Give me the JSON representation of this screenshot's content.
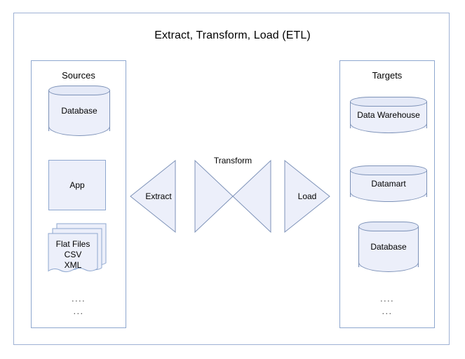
{
  "diagram": {
    "title": "Extract, Transform, Load (ETL)"
  },
  "sources_panel": {
    "title": "Sources",
    "items": [
      {
        "label": "Database",
        "shape": "cylinder-icon"
      },
      {
        "label": "App",
        "shape": "rectangle-icon"
      },
      {
        "label_line1": "Flat Files",
        "label_line2": "CSV",
        "label_line3": "XML",
        "shape": "stacked-documents-icon"
      }
    ],
    "ellipsis_line1": "....",
    "ellipsis_line2": "..."
  },
  "targets_panel": {
    "title": "Targets",
    "items": [
      {
        "label": "Data Warehouse",
        "shape": "cylinder-icon"
      },
      {
        "label": "Datamart",
        "shape": "cylinder-icon"
      },
      {
        "label": "Database",
        "shape": "cylinder-icon"
      }
    ],
    "ellipsis_line1": "....",
    "ellipsis_line2": "..."
  },
  "process": {
    "extract": {
      "label": "Extract",
      "shape": "left-pointing-triangle"
    },
    "transform": {
      "label": "Transform",
      "shape": "bowtie-hourglass"
    },
    "load": {
      "label": "Load",
      "shape": "right-pointing-triangle"
    }
  },
  "colors": {
    "shape_fill": "#eceffa",
    "shape_stroke": "#7d92b8",
    "panel_stroke": "#8ea7cf",
    "frame_stroke": "#9fb2d4",
    "text": "#000000",
    "page_background": "#ffffff"
  }
}
